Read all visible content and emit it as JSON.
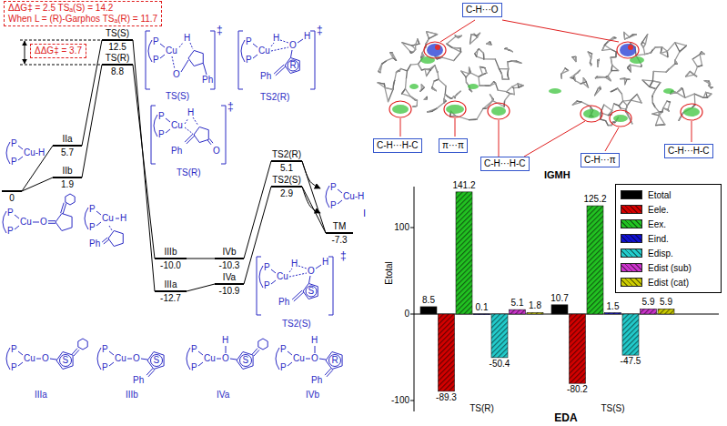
{
  "diagram": {
    "nodes": [
      {
        "text": [
          "ΔΔG‡ = 2.5 TSₐ(S) = 14.2",
          "When L = (R)-Garphos TSₐ(R) = 11.7"
        ]
      },
      {
        "text": [
          "ΔΔG‡ = 3.7"
        ]
      },
      {
        "text": [
          "0"
        ]
      },
      {
        "text": [
          "IIa",
          "5.7"
        ]
      },
      {
        "text": [
          "IIb",
          "1.9"
        ]
      },
      {
        "text": [
          "TS(S)",
          "12.5"
        ]
      },
      {
        "text": [
          "TS(R)",
          "8.8"
        ]
      },
      {
        "text": [
          "IIIb",
          "-10.0"
        ]
      },
      {
        "text": [
          "IIIa",
          "-12.7"
        ]
      },
      {
        "text": [
          "IVb",
          "-10.3"
        ]
      },
      {
        "text": [
          "IVa",
          "-10.9"
        ]
      },
      {
        "text": [
          "TS2(R)",
          "5.1"
        ]
      },
      {
        "text": [
          "TS2(S)",
          "2.9"
        ]
      },
      {
        "text": [
          "TM",
          "-7.3"
        ]
      },
      {
        "text": [
          "I"
        ]
      },
      {
        "text": [
          "C-H···O"
        ]
      },
      {
        "text": [
          "C-H···H-C"
        ]
      },
      {
        "text": [
          "π···π"
        ]
      },
      {
        "text": [
          "C-H···H-C"
        ]
      },
      {
        "text": [
          "C-H···π"
        ]
      },
      {
        "text": [
          "C-H···H-C"
        ]
      }
    ],
    "edges": [
      {
        "from": 2,
        "to": 3,
        "arrow": "none"
      },
      {
        "from": 2,
        "to": 4,
        "arrow": "none"
      },
      {
        "from": 3,
        "to": 5,
        "arrow": "none"
      },
      {
        "from": 4,
        "to": 6,
        "arrow": "none"
      },
      {
        "from": 5,
        "to": 8,
        "arrow": "none"
      },
      {
        "from": 6,
        "to": 7,
        "arrow": "none"
      },
      {
        "from": 7,
        "to": 9,
        "arrow": "none"
      },
      {
        "from": 8,
        "to": 10,
        "arrow": "none"
      },
      {
        "from": 9,
        "to": 11,
        "arrow": "none"
      },
      {
        "from": 10,
        "to": 12,
        "arrow": "none"
      },
      {
        "from": 11,
        "to": 13,
        "arrow": "none"
      },
      {
        "from": 12,
        "to": 13,
        "arrow": "none"
      },
      {
        "from": 11,
        "to": 14,
        "arrow": "to"
      },
      {
        "from": 12,
        "to": 14,
        "arrow": "to"
      }
    ],
    "labels": [
      "P",
      "Cu-H",
      "P",
      "P",
      "Cu",
      "P",
      "O",
      "P",
      "Cu",
      "H",
      "P",
      "Ph",
      "P",
      "Cu",
      "H",
      "P",
      "O",
      "Ph",
      "‡",
      "TS(S)",
      "P",
      "Cu",
      "H",
      "P",
      "Ph",
      "O",
      "‡",
      "TS(R)",
      "P",
      "Cu",
      "H",
      "P",
      "O",
      "H",
      "Ph",
      "R",
      "‡",
      "TS2(R)",
      "P",
      "Cu",
      "H",
      "P",
      "O",
      "H",
      "Ph",
      "S",
      "‡",
      "TS2(S)",
      "P",
      "Cu-H",
      "P",
      "P",
      "Cu",
      "P",
      "O",
      "S",
      "IIIa",
      "P",
      "Cu",
      "P",
      "O",
      "Ph",
      "S",
      "IIIb",
      "P",
      "Cu",
      "P",
      "O",
      "H",
      "S",
      "IVa",
      "P",
      "Cu",
      "P",
      "O",
      "H",
      "Ph",
      "R",
      "IVb",
      "IGMH",
      "Etotal",
      "100",
      "0",
      "-100",
      "8.5",
      "-89.3",
      "141.2",
      "0.1",
      "-50.4",
      "5.1",
      "1.8",
      "10.7",
      "-80.2",
      "125.2",
      "1.5",
      "-47.5",
      "5.9",
      "5.9",
      "TS(R)",
      "TS(S)",
      "EDA"
    ],
    "legend": [
      {
        "text": "Etotal",
        "color": "#000000"
      },
      {
        "text": "Eele.",
        "color": "#d40000"
      },
      {
        "text": "Eex.",
        "color": "#22c322"
      },
      {
        "text": "Eind.",
        "color": "#1010d0"
      },
      {
        "text": "Edisp.",
        "color": "#22cccc"
      },
      {
        "text": "Edist (sub)",
        "color": "#cc33cc"
      },
      {
        "text": "Edist (cat)",
        "color": "#cccc00"
      }
    ]
  }
}
